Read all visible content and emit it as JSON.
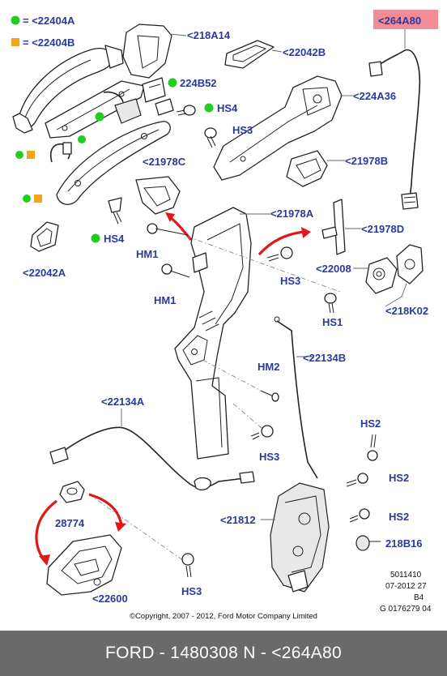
{
  "colors": {
    "label_blue": "#2a3a9c",
    "legend_green": "#22cc22",
    "legend_orange": "#f4a41c",
    "highlight_bg": "#f28b95",
    "arrow_red": "#e01818",
    "footer_bg": "#6a6a6a"
  },
  "legend": [
    {
      "marker": "green-dot",
      "text": "= <22404A"
    },
    {
      "marker": "orange-square",
      "text": "= <22404B"
    }
  ],
  "highlight_label": "<264A80",
  "labels": {
    "l_218a14": "<218A14",
    "l_22042b": "<22042B",
    "l_224b52": "224B52",
    "l_hs4_top": "HS4",
    "l_224a36": "<224A36",
    "l_hs3_top": "HS3",
    "l_21978c": "<21978C",
    "l_21978b": "<21978B",
    "l_hs4_mid": "HS4",
    "l_21978a": "<21978A",
    "l_21978d": "<21978D",
    "l_hm1_a": "HM1",
    "l_22008": "<22008",
    "l_22042a": "<22042A",
    "l_hs3_mid": "HS3",
    "l_hm1_b": "HM1",
    "l_hs1": "HS1",
    "l_218k02": "<218K02",
    "l_22134b": "<22134B",
    "l_hm2": "HM2",
    "l_22134a": "<22134A",
    "l_hs2_a": "HS2",
    "l_hs3_low": "HS3",
    "l_hs2_b": "HS2",
    "l_28774": "28774",
    "l_hs2_c": "HS2",
    "l_21812": "<21812",
    "l_218b16": "218B16",
    "l_22600": "<22600",
    "l_hs3_bot": "HS3"
  },
  "meta": [
    "5011410",
    "07-2012 27",
    "B4",
    "G 0176279 04"
  ],
  "copyright": "©Copyright, 2007 - 2012, Ford Motor Company Limited",
  "footer": "FORD - 1480308      N - <264A80"
}
